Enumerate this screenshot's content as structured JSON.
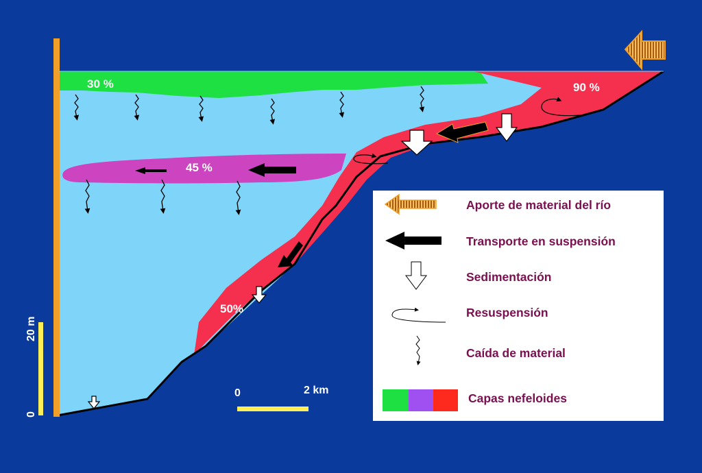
{
  "labels": {
    "surface_pct": "30 %",
    "river_pct": "90 %",
    "mid_pct": "45 %",
    "slope_pct": "50%"
  },
  "scale": {
    "vertical_zero": "0",
    "vertical_label": "20 m",
    "horizontal_zero": "0",
    "horizontal_label": "2 km"
  },
  "legend": {
    "items": [
      {
        "icon": "river-input-arrow-icon",
        "label": "Aporte de material del río"
      },
      {
        "icon": "suspension-arrow-icon",
        "label": "Transporte en suspensión"
      },
      {
        "icon": "sedimentation-arrow-icon",
        "label": "Sedimentación"
      },
      {
        "icon": "resuspension-curl-icon",
        "label": "Resuspensión"
      },
      {
        "icon": "falling-material-icon",
        "label": "Caída de material"
      },
      {
        "icon": "nepheloid-swatches-icon",
        "label": "Capas nefeloides"
      }
    ],
    "swatch_colors": [
      "#1ee043",
      "#a050f0",
      "#ff2a1e"
    ]
  },
  "colors": {
    "background": "#0a3a9c",
    "water": "#7fd4fa",
    "surface_layer": "#1ee043",
    "mid_layer": "#cc44c0",
    "bottom_layer": "#f5304e",
    "axis": "#f0a028",
    "scale_bar": "#ffee55",
    "legend_text": "#7a1050"
  }
}
